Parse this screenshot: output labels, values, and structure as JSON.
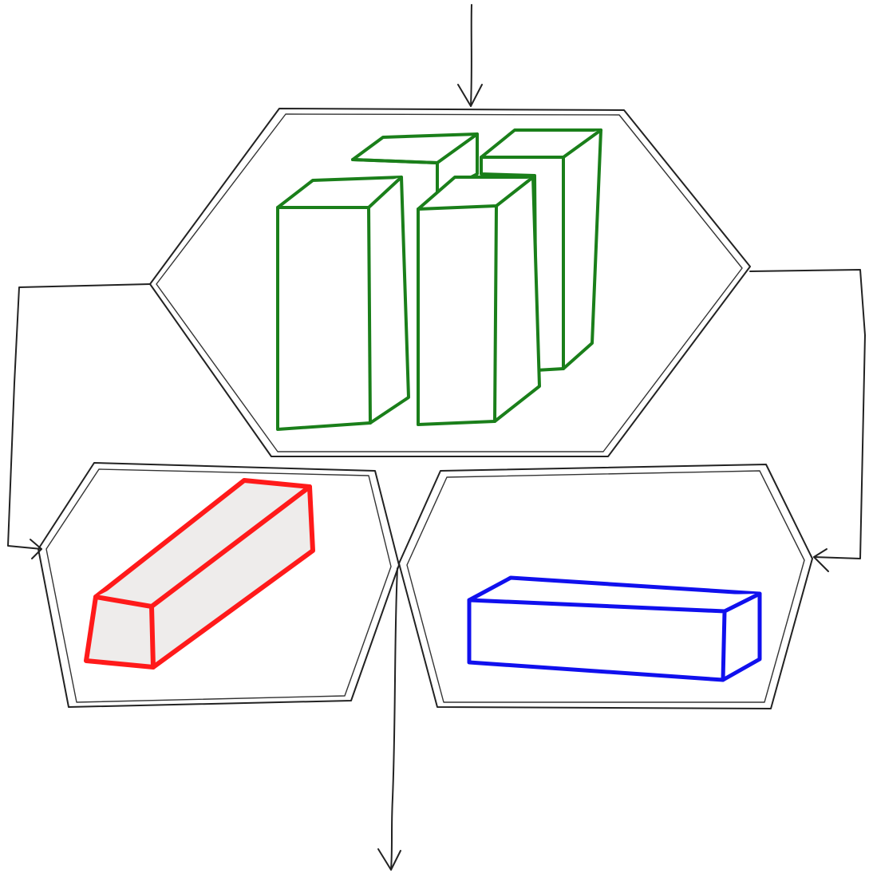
{
  "diagram": {
    "colors": {
      "stroke": "#222222",
      "green_box": "#1a7f1a",
      "red_bar": "#ff1a1a",
      "red_fill": "#eeeceb",
      "blue_bar": "#1010ee"
    },
    "nodes": [
      {
        "id": "top-hexagon",
        "content": "four-green-3d-boxes"
      },
      {
        "id": "bottom-left-hexagon",
        "content": "red-3d-bar"
      },
      {
        "id": "bottom-right-hexagon",
        "content": "blue-3d-bar"
      }
    ],
    "edges": [
      {
        "from": "input",
        "to": "top-hexagon"
      },
      {
        "from": "top-hexagon",
        "to": "bottom-left-hexagon"
      },
      {
        "from": "top-hexagon",
        "to": "bottom-right-hexagon"
      },
      {
        "from": "bottom-hexagons",
        "to": "output"
      }
    ]
  }
}
